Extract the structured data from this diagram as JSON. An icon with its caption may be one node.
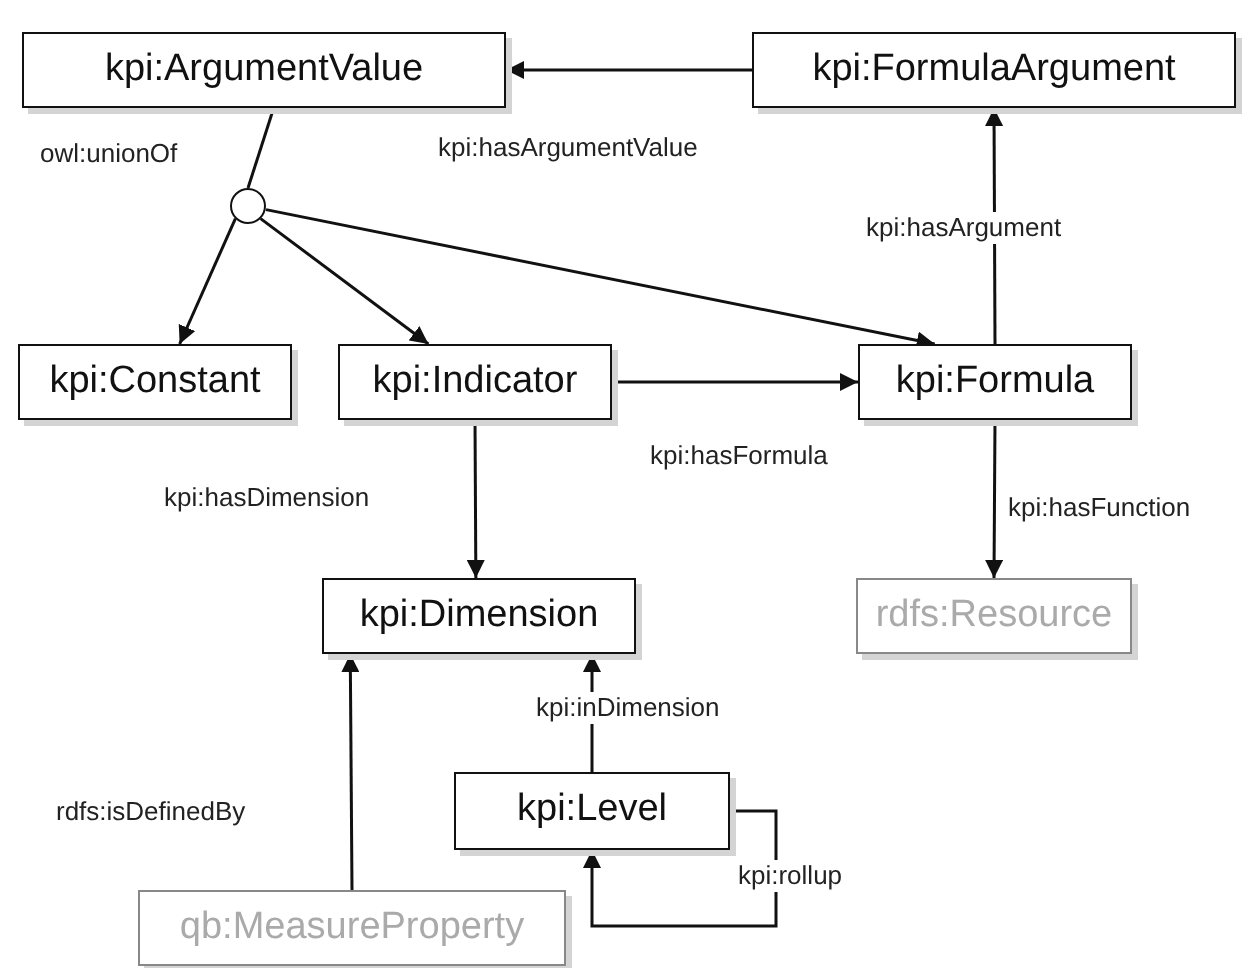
{
  "diagram": {
    "nodes": [
      {
        "text": [
          "kpi:ArgumentValue"
        ]
      },
      {
        "text": [
          "kpi:FormulaArgument"
        ]
      },
      {
        "text": [],
        "shape": "circle"
      },
      {
        "text": [
          "kpi:Constant"
        ]
      },
      {
        "text": [
          "kpi:Indicator"
        ]
      },
      {
        "text": [
          "kpi:Formula"
        ]
      },
      {
        "text": [
          "kpi:Dimension"
        ]
      },
      {
        "text": [
          "rdfs:Resource"
        ]
      },
      {
        "text": [
          "kpi:Level"
        ]
      },
      {
        "text": [
          "qb:MeasureProperty"
        ]
      }
    ],
    "edges": [
      {
        "from": 1,
        "to": 0,
        "arrow": "to",
        "label": "kpi:hasArgumentValue"
      },
      {
        "from": 0,
        "to": 2,
        "arrow": "none",
        "label": "owl:unionOf"
      },
      {
        "from": 2,
        "to": 3,
        "arrow": "to"
      },
      {
        "from": 2,
        "to": 4,
        "arrow": "to"
      },
      {
        "from": 2,
        "to": 5,
        "arrow": "to"
      },
      {
        "from": 4,
        "to": 5,
        "arrow": "to",
        "label": "kpi:hasFormula"
      },
      {
        "from": 5,
        "to": 1,
        "arrow": "to",
        "label": "kpi:hasArgument"
      },
      {
        "from": 4,
        "to": 6,
        "arrow": "to",
        "label": "kpi:hasDimension"
      },
      {
        "from": 5,
        "to": 7,
        "arrow": "to",
        "label": "kpi:hasFunction"
      },
      {
        "from": 8,
        "to": 6,
        "arrow": "to",
        "label": "kpi:inDimension"
      },
      {
        "from": 9,
        "to": 6,
        "arrow": "to",
        "label": "rdfs:isDefinedBy"
      },
      {
        "from": 8,
        "to": 8,
        "arrow": "to",
        "label": "kpi:rollup"
      }
    ]
  }
}
